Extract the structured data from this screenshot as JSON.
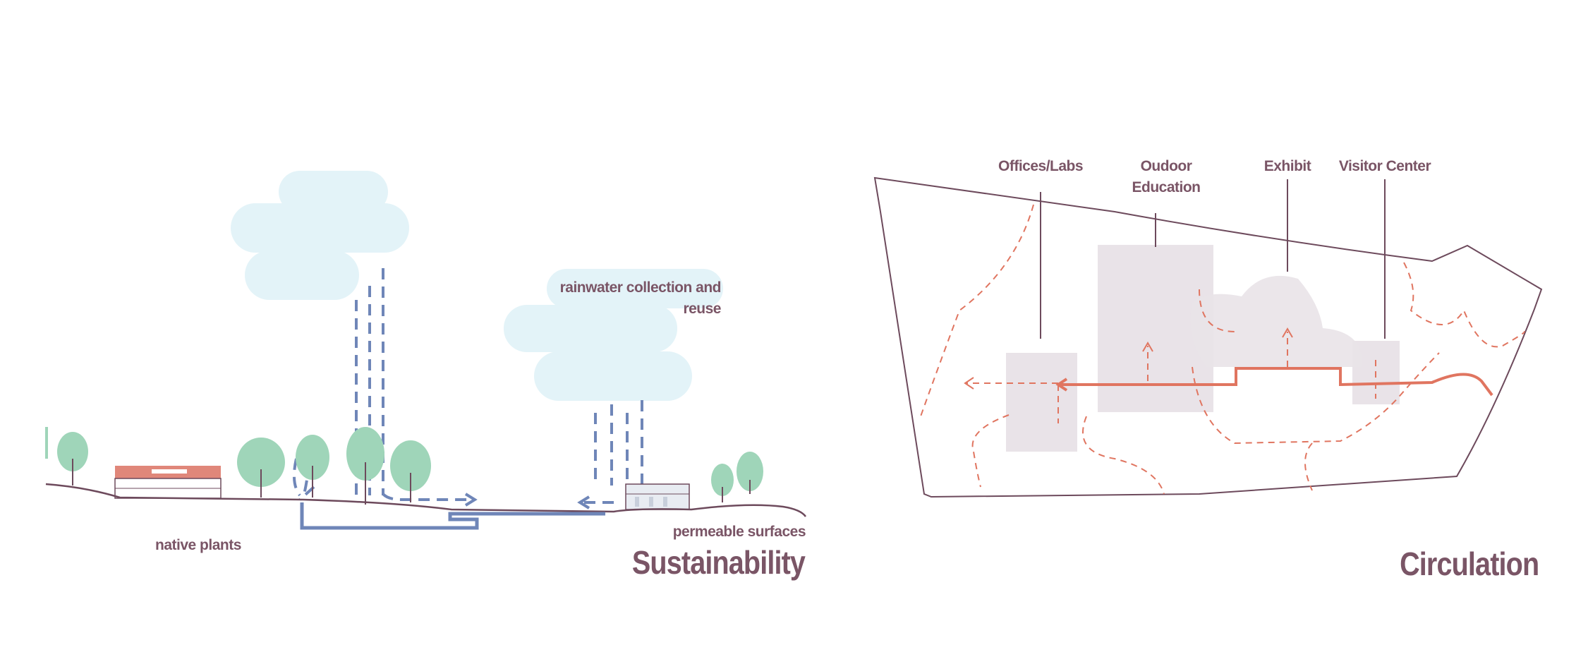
{
  "sustainability": {
    "title": "Sustainability",
    "labels": {
      "rainwater": "rainwater collection and reuse",
      "native_plants": "native plants",
      "permeable": "permeable surfaces"
    }
  },
  "circulation": {
    "title": "Circulation",
    "labels": {
      "offices": "Offices/Labs",
      "outdoor": "Oudoor Education",
      "exhibit": "Exhibit",
      "visitor": "Visitor Center"
    }
  },
  "colors": {
    "cloud": "#e3f3f8",
    "rain": "#6f86b8",
    "tree": "#9fd5b9",
    "ground": "#6d4a5c",
    "roof": "#e0877a",
    "title": "#7a5566",
    "zone": "#e9e3e8",
    "circulation": "#e07560"
  }
}
